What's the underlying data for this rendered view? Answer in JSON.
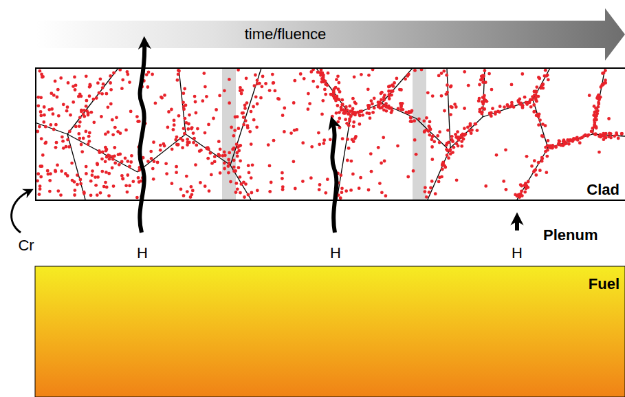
{
  "diagram": {
    "nodes": [
      {
        "text": [
          "time/fluence"
        ]
      },
      {
        "text": [
          "Clad"
        ]
      },
      {
        "text": [
          "Fuel"
        ]
      }
    ],
    "labels": [
      "Plenum",
      "Cr",
      "H",
      "H",
      "H"
    ]
  }
}
